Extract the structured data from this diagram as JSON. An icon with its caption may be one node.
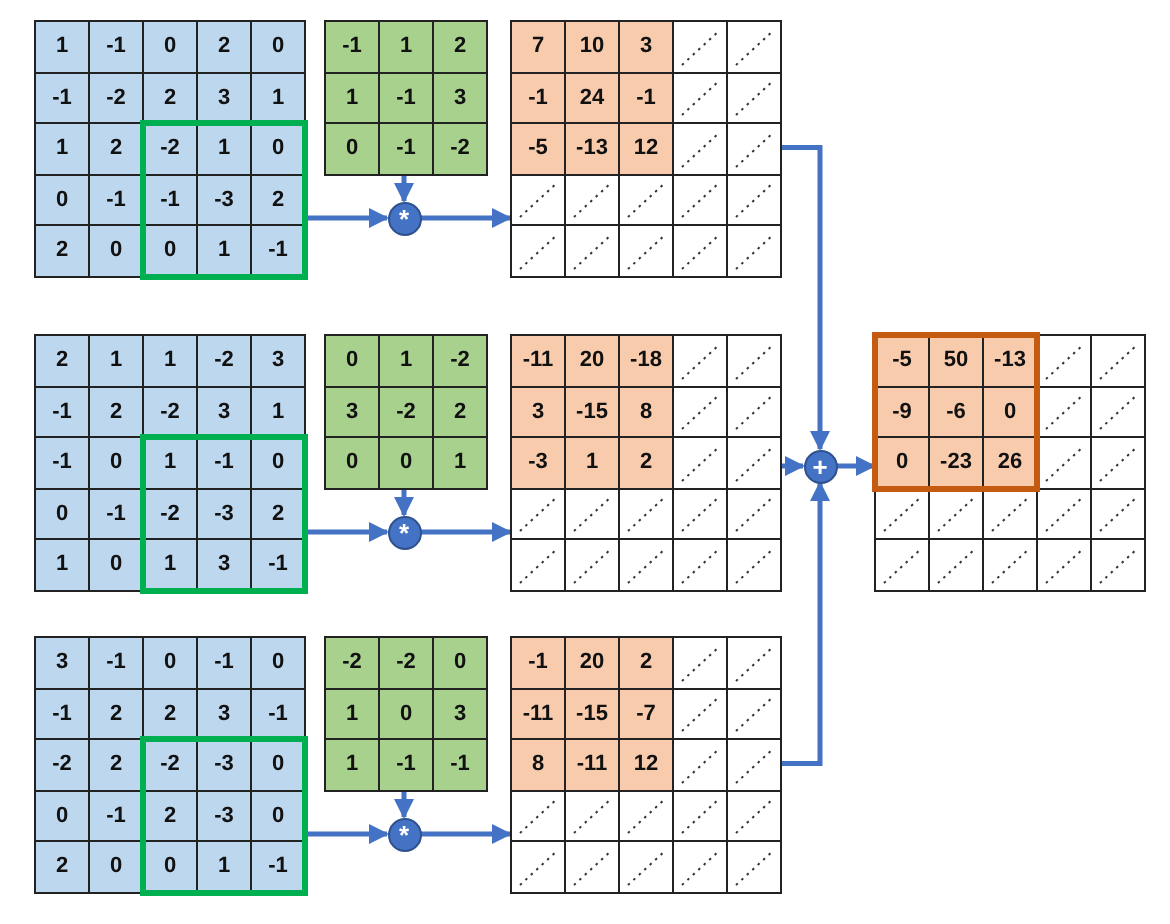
{
  "diagram": {
    "nodes": [
      {
        "text": [
          "1",
          "-1",
          "0",
          "2",
          "0",
          "-1",
          "-2",
          "2",
          "3",
          "1",
          "1",
          "2",
          "-2",
          "1",
          "0",
          "0",
          "-1",
          "-1",
          "-3",
          "2",
          "2",
          "0",
          "0",
          "1",
          "-1"
        ]
      },
      {
        "text": [
          "-1",
          "1",
          "2",
          "1",
          "-1",
          "3",
          "0",
          "-1",
          "-2"
        ]
      },
      {
        "text": [
          "*"
        ]
      },
      {
        "text": [
          "7",
          "10",
          "3",
          "-1",
          "24",
          "-1",
          "-5",
          "-13",
          "12"
        ]
      },
      {
        "text": [
          "2",
          "1",
          "1",
          "-2",
          "3",
          "-1",
          "2",
          "-2",
          "3",
          "1",
          "-1",
          "0",
          "1",
          "-1",
          "0",
          "0",
          "-1",
          "-2",
          "-3",
          "2",
          "1",
          "0",
          "1",
          "3",
          "-1"
        ]
      },
      {
        "text": [
          "0",
          "1",
          "-2",
          "3",
          "-2",
          "2",
          "0",
          "0",
          "1"
        ]
      },
      {
        "text": [
          "*"
        ]
      },
      {
        "text": [
          "-11",
          "20",
          "-18",
          "3",
          "-15",
          "8",
          "-3",
          "1",
          "2"
        ]
      },
      {
        "text": [
          "+"
        ]
      },
      {
        "text": [
          "-5",
          "50",
          "-13",
          "-9",
          "-6",
          "0",
          "0",
          "-23",
          "26"
        ]
      },
      {
        "text": [
          "3",
          "-1",
          "0",
          "-1",
          "0",
          "-1",
          "2",
          "2",
          "3",
          "-1",
          "-2",
          "2",
          "-2",
          "-3",
          "0",
          "0",
          "-1",
          "2",
          "-3",
          "0",
          "2",
          "0",
          "0",
          "1",
          "-1"
        ]
      },
      {
        "text": [
          "-2",
          "-2",
          "0",
          "1",
          "0",
          "3",
          "1",
          "-1",
          "-1"
        ]
      },
      {
        "text": [
          "*"
        ]
      },
      {
        "text": [
          "-1",
          "20",
          "2",
          "-11",
          "-15",
          "-7",
          "8",
          "-11",
          "12"
        ]
      }
    ],
    "edges": [
      {
        "from": 0,
        "to": 2,
        "arrow": "to"
      },
      {
        "from": 1,
        "to": 2,
        "arrow": "to"
      },
      {
        "from": 2,
        "to": 3,
        "arrow": "to"
      },
      {
        "from": 4,
        "to": 6,
        "arrow": "to"
      },
      {
        "from": 5,
        "to": 6,
        "arrow": "to"
      },
      {
        "from": 6,
        "to": 7,
        "arrow": "to"
      },
      {
        "from": 10,
        "to": 12,
        "arrow": "to"
      },
      {
        "from": 11,
        "to": 12,
        "arrow": "to"
      },
      {
        "from": 12,
        "to": 13,
        "arrow": "to"
      },
      {
        "from": 3,
        "to": 8,
        "arrow": "to"
      },
      {
        "from": 7,
        "to": 8,
        "arrow": "to"
      },
      {
        "from": 13,
        "to": 8,
        "arrow": "to"
      },
      {
        "from": 8,
        "to": 9,
        "arrow": "to"
      }
    ]
  }
}
